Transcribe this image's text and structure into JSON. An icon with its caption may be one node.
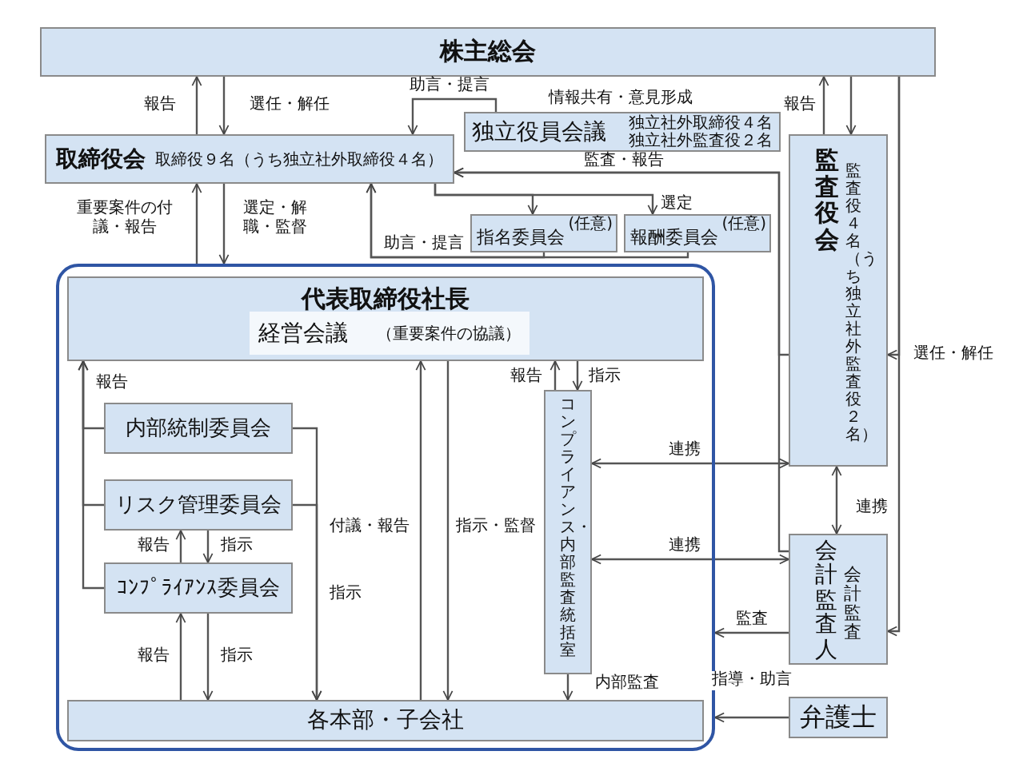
{
  "diagram": {
    "nodes": [
      {
        "text": [
          "株主総会"
        ]
      },
      {
        "text": [
          "取締役会",
          "取締役９名（うち独立社外取締役４名）"
        ]
      },
      {
        "text": [
          "独立役員会議",
          "独立社外取締役４名",
          "独立社外監査役２名"
        ],
        "beside": [
          "情報共有・意見形成"
        ]
      },
      {
        "text": [
          "指名委員会",
          "(任意)"
        ]
      },
      {
        "text": [
          "報酬委員会",
          "(任意)"
        ]
      },
      {
        "text": [
          "監査役会",
          "監査役４名（うち独立社外監査役２名）"
        ]
      },
      {
        "text": [],
        "shape": "box"
      },
      {
        "text": [
          "代表取締役社長"
        ],
        "in": 6
      },
      {
        "text": [
          "経営会議",
          "（重要案件の協議）"
        ],
        "in": 7
      },
      {
        "text": [
          "内部統制委員会"
        ],
        "in": 6
      },
      {
        "text": [
          "リスク管理委員会"
        ],
        "in": 6
      },
      {
        "text": [
          "ｺﾝﾌﾟﾗｲｱﾝｽ委員会"
        ],
        "in": 6
      },
      {
        "text": [
          "コンプライアンス・内部監査統括室"
        ],
        "in": 6
      },
      {
        "text": [
          "各本部・子会社"
        ],
        "in": 6
      },
      {
        "text": [
          "会計監査人",
          "会計監査"
        ]
      },
      {
        "text": [
          "弁護士"
        ]
      }
    ],
    "edges": [
      {
        "from": 1,
        "to": 0,
        "arrow": "to",
        "label": "報告"
      },
      {
        "from": 0,
        "to": 1,
        "arrow": "to",
        "label": "選任・解任"
      },
      {
        "from": 2,
        "to": 1,
        "arrow": "to",
        "label": "助言・提言"
      },
      {
        "from": 5,
        "to": 1,
        "arrow": "to",
        "label": "監査・報告"
      },
      {
        "from": 14,
        "to": 1,
        "arrow": "to"
      },
      {
        "from": 1,
        "to": 3,
        "arrow": "to"
      },
      {
        "from": 1,
        "to": 4,
        "arrow": "to",
        "label": "選定"
      },
      {
        "from": 3,
        "to": 1,
        "arrow": "to",
        "label": "助言・提言"
      },
      {
        "from": 4,
        "to": 1,
        "arrow": "to"
      },
      {
        "from": 6,
        "to": 1,
        "arrow": "to",
        "label": "重要案件の付議・報告"
      },
      {
        "from": 1,
        "to": 6,
        "arrow": "to",
        "label": "選定・解職・監督"
      },
      {
        "from": 5,
        "to": 0,
        "arrow": "to",
        "label": "報告"
      },
      {
        "from": 0,
        "to": 5,
        "arrow": "to"
      },
      {
        "from": 0,
        "to": 5,
        "arrow": "to",
        "label": "選任・解任"
      },
      {
        "from": 0,
        "to": 14,
        "arrow": "to"
      },
      {
        "from": 5,
        "to": 14,
        "arrow": "both",
        "label": "連携"
      },
      {
        "from": 12,
        "to": 5,
        "arrow": "both",
        "label": "連携"
      },
      {
        "from": 12,
        "to": 14,
        "arrow": "both",
        "label": "連携"
      },
      {
        "from": 14,
        "to": 6,
        "arrow": "to",
        "label": "監査"
      },
      {
        "from": 15,
        "to": 6,
        "arrow": "to",
        "label": "指導・助言"
      },
      {
        "from": 12,
        "to": 7,
        "arrow": "to",
        "label": "報告"
      },
      {
        "from": 7,
        "to": 12,
        "arrow": "to",
        "label": "指示"
      },
      {
        "from": 12,
        "to": 13,
        "arrow": "to",
        "label": "内部監査"
      },
      {
        "from": 13,
        "to": 7,
        "arrow": "to",
        "label": "付議・報告"
      },
      {
        "from": 7,
        "to": 13,
        "arrow": "to",
        "label": "指示・監督"
      },
      {
        "from": 9,
        "to": 7,
        "arrow": "to",
        "label": "報告"
      },
      {
        "from": 10,
        "to": 7,
        "arrow": "to"
      },
      {
        "from": 11,
        "to": 7,
        "arrow": "to"
      },
      {
        "from": 9,
        "to": 13,
        "arrow": "to",
        "label": "指示"
      },
      {
        "from": 10,
        "to": 13,
        "arrow": "to"
      },
      {
        "from": 11,
        "to": 10,
        "arrow": "to",
        "label": "報告"
      },
      {
        "from": 10,
        "to": 11,
        "arrow": "to",
        "label": "指示"
      },
      {
        "from": 13,
        "to": 11,
        "arrow": "to",
        "label": "報告"
      },
      {
        "from": 11,
        "to": 13,
        "arrow": "to",
        "label": "指示"
      }
    ]
  }
}
